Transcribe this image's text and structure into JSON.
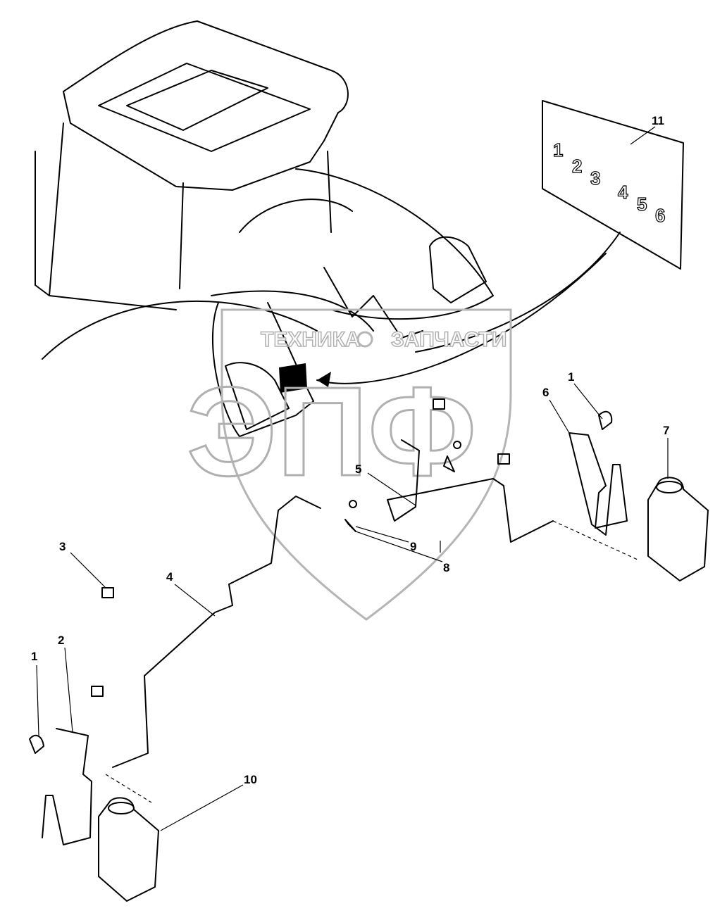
{
  "watermark": {
    "left_word": "ТЕХНИКА",
    "right_word": "ЗАПЧАСТИ",
    "logo_letters": "ЭПФ",
    "gear_icon": "gear-icon"
  },
  "decal": {
    "digits": [
      "1",
      "2",
      "3",
      "4",
      "5",
      "6"
    ]
  },
  "callouts": [
    {
      "id": "11",
      "label": "11"
    },
    {
      "id": "1a",
      "label": "1"
    },
    {
      "id": "6",
      "label": "6"
    },
    {
      "id": "7",
      "label": "7"
    },
    {
      "id": "5",
      "label": "5"
    },
    {
      "id": "9",
      "label": "9"
    },
    {
      "id": "8",
      "label": "8"
    },
    {
      "id": "3",
      "label": "3"
    },
    {
      "id": "4",
      "label": "4"
    },
    {
      "id": "2",
      "label": "2"
    },
    {
      "id": "1b",
      "label": "1"
    },
    {
      "id": "10",
      "label": "10"
    }
  ]
}
